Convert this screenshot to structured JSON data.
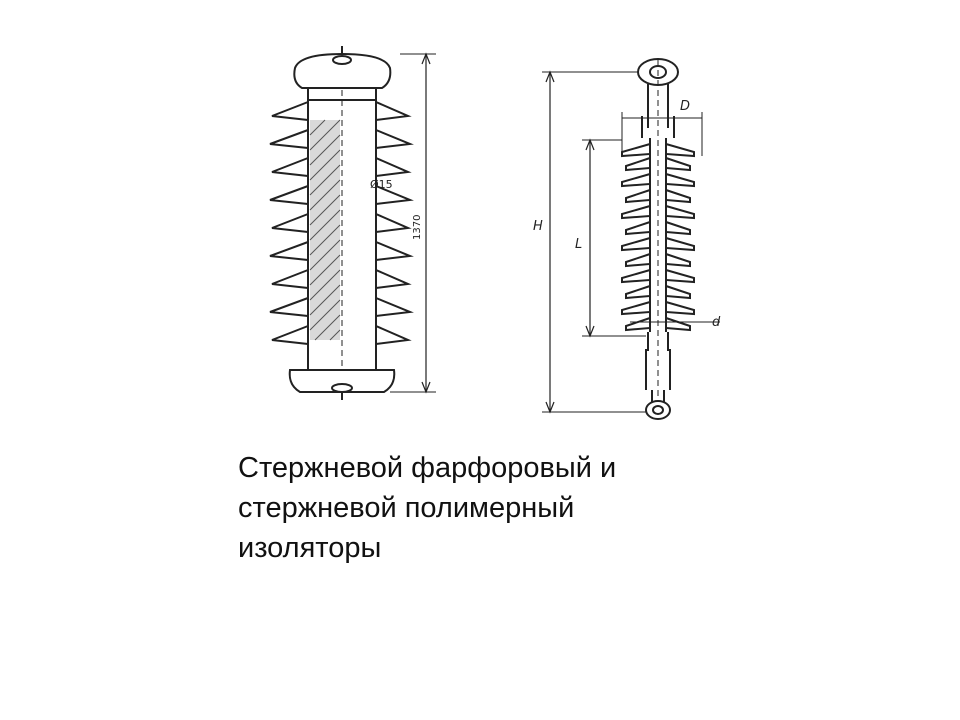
{
  "caption": {
    "line1": "Стержневой фарфоровый и",
    "line2": "стержневой полимерный",
    "line3": "изоляторы"
  },
  "porcelain": {
    "dim_diameter": "Ø15",
    "dim_height": "1370"
  },
  "polymer": {
    "label_D": "D",
    "label_H": "H",
    "label_L": "L",
    "label_d": "d"
  }
}
